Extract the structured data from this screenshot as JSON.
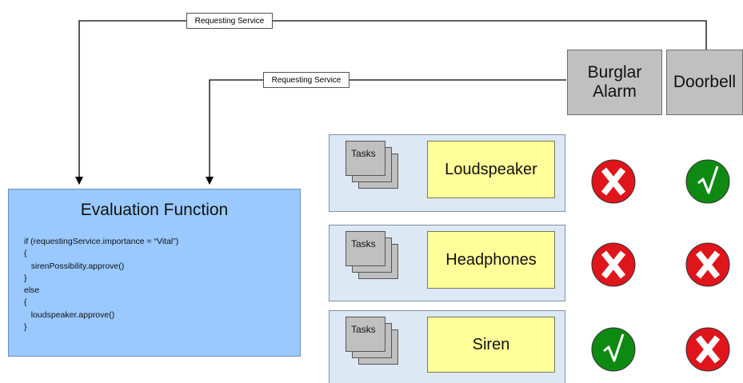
{
  "services": [
    {
      "id": "burglar-alarm",
      "label": "Burglar\nAlarm"
    },
    {
      "id": "doorbell",
      "label": "Doorbell"
    }
  ],
  "request_labels": [
    "Requesting Service",
    "Requesting Service"
  ],
  "evaluation": {
    "title": "Evaluation Function",
    "code": [
      "if (requestingService.importance = “Vital”)",
      "{",
      "   sirenPossibility.approve()",
      "}",
      "else",
      "{",
      "   loudspeaker.approve()",
      "}"
    ]
  },
  "devices": [
    {
      "tasks_label": "Tasks",
      "name": "Loudspeaker",
      "burglar_alarm": "denied",
      "doorbell": "approved"
    },
    {
      "tasks_label": "Tasks",
      "name": "Headphones",
      "burglar_alarm": "denied",
      "doorbell": "denied"
    },
    {
      "tasks_label": "Tasks",
      "name": "Siren",
      "burglar_alarm": "approved",
      "doorbell": "denied"
    }
  ],
  "colors": {
    "approved": "#0e8a12",
    "denied": "#e0141b",
    "mark_symbol": "#ffffff"
  }
}
